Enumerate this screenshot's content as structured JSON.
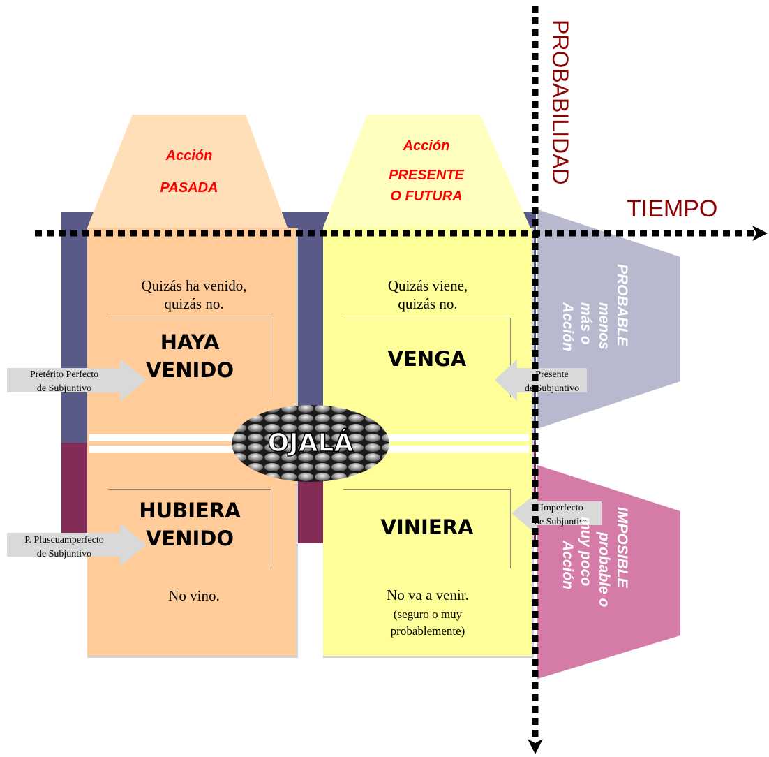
{
  "axes": {
    "time_label": "TIEMPO",
    "probability_label": "PROBABILIDAD"
  },
  "columns": {
    "past": {
      "line1": "Acción",
      "line2": "PASADA"
    },
    "present": {
      "line1": "Acción",
      "line2": "PRESENTE",
      "line3": "O  FUTURA"
    }
  },
  "cells": {
    "past_probable": {
      "sentence_line1": "Quizás ha venido,",
      "sentence_line2": "quizás no.",
      "verb_line1": "HAYA",
      "verb_line2": "VENIDO"
    },
    "present_probable": {
      "sentence_line1": "Quizás viene,",
      "sentence_line2": "quizás no.",
      "verb_line1": "VENGA"
    },
    "past_improbable": {
      "verb_line1": "HUBIERA",
      "verb_line2": "VENIDO",
      "sentence_line1": "No vino."
    },
    "present_improbable": {
      "verb_line1": "VINIERA",
      "sentence_line1": "No va a venir.",
      "sentence_line2": "(seguro o muy",
      "sentence_line3": "probablemente)"
    }
  },
  "center": {
    "label": "OJALÁ"
  },
  "arrows": {
    "perfecto": {
      "line1": "Pretérito Perfecto",
      "line2": "de Subjuntivo"
    },
    "presente": {
      "line1": "Presente",
      "line2": "de Subjuntivo"
    },
    "pluscuamperfecto": {
      "line1": "P. Pluscuamperfecto",
      "line2": "de Subjuntivo"
    },
    "imperfecto": {
      "line1": "Imperfecto",
      "line2": "de Subjuntivo"
    }
  },
  "side": {
    "probable": {
      "line1": "Acción",
      "line2": "más o",
      "line3": "menos",
      "line4": "PROBABLE"
    },
    "improbable": {
      "line1": "Acción",
      "line2": "muy poco",
      "line3": "probable o",
      "line4": "IMPOSIBLE"
    }
  },
  "colors": {
    "past": "#ffcc99",
    "present": "#ffff99",
    "top_band": "#5a5a88",
    "bottom_band": "#842c58",
    "probable_side": "#b8b8cf",
    "improbable_side": "#d47ba8",
    "axis_label": "#8b0000",
    "heading": "#ff0000"
  }
}
